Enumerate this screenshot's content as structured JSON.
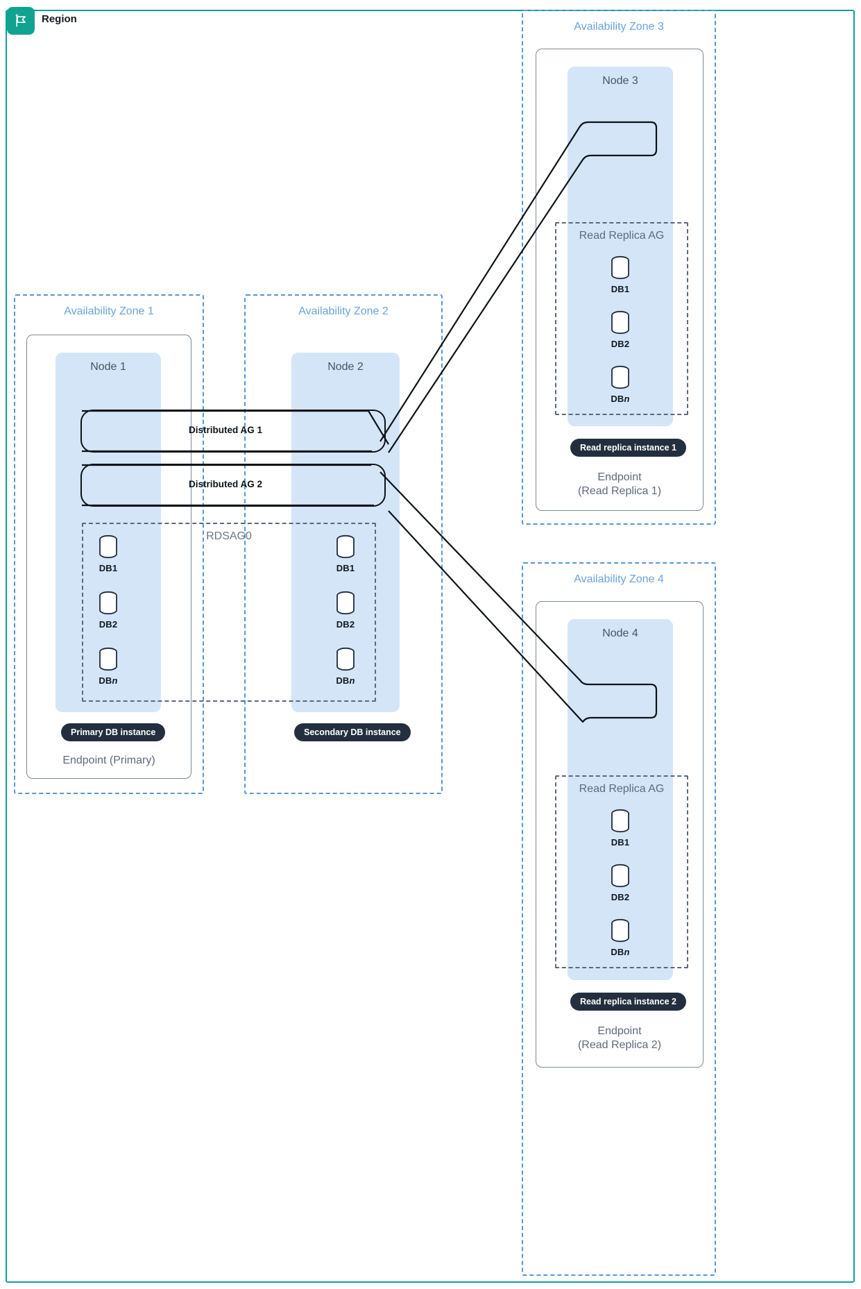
{
  "region": {
    "label": "Region",
    "icon": "flag-icon",
    "accent": "#0fa390"
  },
  "colors": {
    "az_border": "#5596d8",
    "az_title": "#6aa3dd",
    "node_fill": "#d4e5f7",
    "pill_bg": "#232f3e",
    "ag_border": "#5a6782",
    "instance_border": "#7d8898",
    "text_muted": "#5d6a7e"
  },
  "zones": {
    "az1": {
      "title": "Availability Zone 1",
      "node": "Node 1",
      "ag_title": "RDSAG0",
      "databases": [
        {
          "label": "DB1"
        },
        {
          "label": "DB2"
        },
        {
          "label": "DB",
          "suffix": "n"
        }
      ],
      "pill": "Primary DB instance",
      "endpoint": "Endpoint (Primary)"
    },
    "az2": {
      "title": "Availability Zone 2",
      "node": "Node 2",
      "databases": [
        {
          "label": "DB1"
        },
        {
          "label": "DB2"
        },
        {
          "label": "DB",
          "suffix": "n"
        }
      ],
      "pill": "Secondary DB instance"
    },
    "az3": {
      "title": "Availability Zone 3",
      "node": "Node 3",
      "ag_title": "Read Replica AG",
      "databases": [
        {
          "label": "DB1"
        },
        {
          "label": "DB2"
        },
        {
          "label": "DB",
          "suffix": "n"
        }
      ],
      "pill": "Read replica instance 1",
      "endpoint_line1": "Endpoint",
      "endpoint_line2": "(Read Replica 1)"
    },
    "az4": {
      "title": "Availability Zone 4",
      "node": "Node 4",
      "ag_title": "Read Replica AG",
      "databases": [
        {
          "label": "DB1"
        },
        {
          "label": "DB2"
        },
        {
          "label": "DB",
          "suffix": "n"
        }
      ],
      "pill": "Read replica instance 2",
      "endpoint_line1": "Endpoint",
      "endpoint_line2": "(Read Replica 2)"
    }
  },
  "distributed_ags": [
    {
      "label": "Distributed AG 1"
    },
    {
      "label": "Distributed AG 2"
    }
  ]
}
